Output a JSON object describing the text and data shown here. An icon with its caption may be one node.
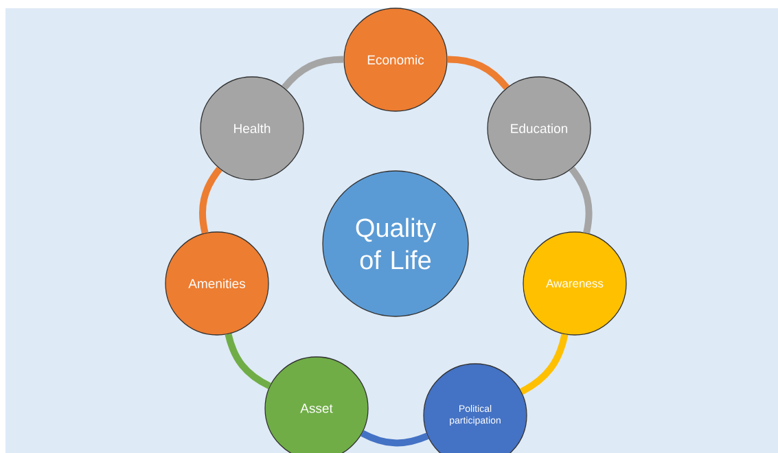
{
  "diagram": {
    "nodes": [
      {
        "text": [
          "Quality of Life"
        ]
      },
      {
        "text": [
          "Economic"
        ]
      },
      {
        "text": [
          "Education"
        ]
      },
      {
        "text": [
          "Awareness"
        ]
      },
      {
        "text": [
          "Political participation"
        ]
      },
      {
        "text": [
          "Asset"
        ]
      },
      {
        "text": [
          "Amenities"
        ]
      },
      {
        "text": [
          "Health"
        ]
      }
    ],
    "edges": [
      {
        "from": 1,
        "to": 2,
        "arrow": "none",
        "color": "#ed7d31"
      },
      {
        "from": 2,
        "to": 3,
        "arrow": "none",
        "color": "#a5a5a5"
      },
      {
        "from": 3,
        "to": 4,
        "arrow": "none",
        "color": "#ffc000"
      },
      {
        "from": 4,
        "to": 5,
        "arrow": "none",
        "color": "#4472c4"
      },
      {
        "from": 5,
        "to": 6,
        "arrow": "none",
        "color": "#70ad47"
      },
      {
        "from": 6,
        "to": 7,
        "arrow": "none",
        "color": "#ed7d31"
      },
      {
        "from": 7,
        "to": 1,
        "arrow": "none",
        "color": "#a5a5a5"
      }
    ]
  }
}
